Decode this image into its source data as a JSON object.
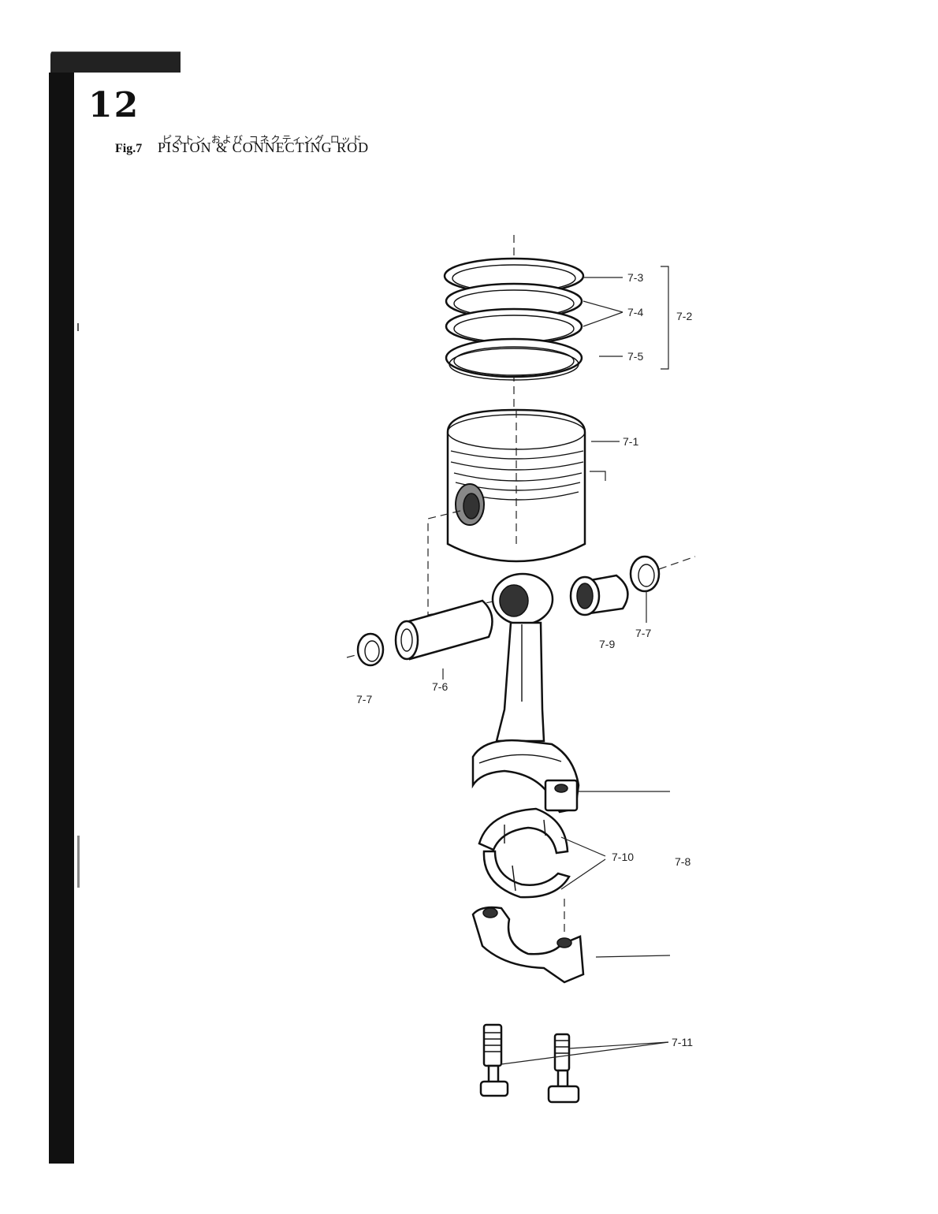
{
  "header": {
    "page_number": "12",
    "figure_label": "Fig.7",
    "title_jp": "ピストン および コネクティング ロッド",
    "title_en": "PISTON & CONNECTING ROD"
  },
  "callouts": {
    "ring_top": "7-3",
    "ring_mid": "7-4",
    "ring_set": "7-2",
    "ring_oil": "7-5",
    "piston": "7-1",
    "bushing": "7-9",
    "clip_right": "7-7",
    "clip_left": "7-7",
    "pin": "7-6",
    "bearing": "7-10",
    "rod_assy": "7-8",
    "bolt": "7-11"
  }
}
